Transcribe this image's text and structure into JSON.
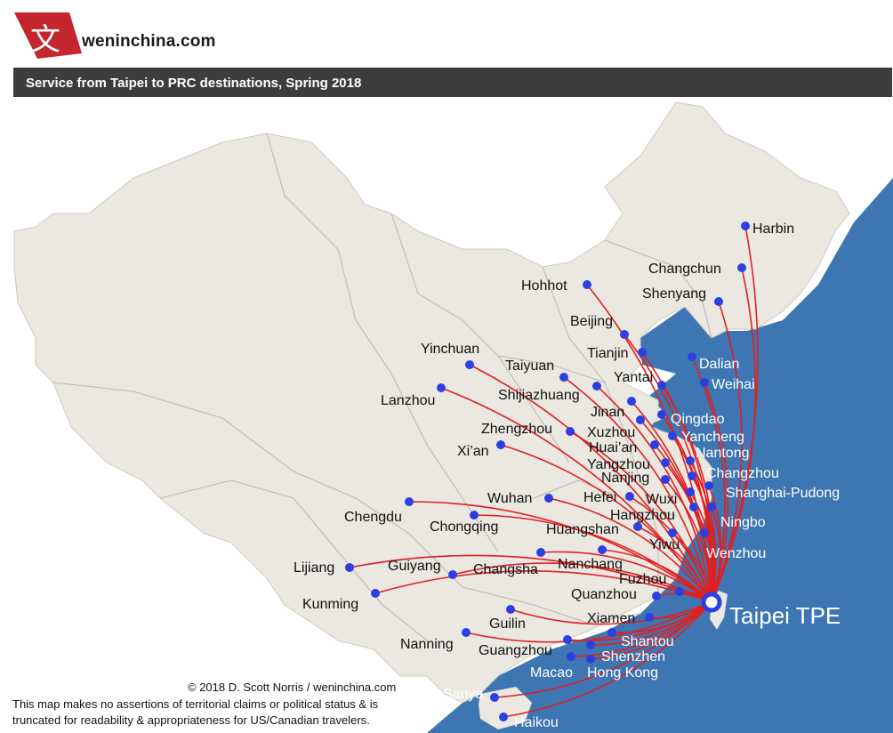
{
  "brand": {
    "site": "weninchina.com",
    "logo_glyph": "文"
  },
  "title": "Service from Taipei to PRC destinations, Spring 2018",
  "hub": {
    "name": "Taipei TPE"
  },
  "credits": {
    "line1": "© 2018 D. Scott Norris / weninchina.com",
    "line2": "This map makes no assertions of territorial claims or political status & is",
    "line3": "truncated for readability & appropriateness for US/Canadian travelers."
  },
  "colors": {
    "land": "#ebe8e2",
    "sea": "#3d76b3",
    "route": "#e02020",
    "dot": "#2c3fe0",
    "title_bar": "#3d3d3d",
    "logo_red": "#c4262e"
  },
  "destinations": [
    {
      "name": "Harbin",
      "on_sea": false
    },
    {
      "name": "Changchun",
      "on_sea": false
    },
    {
      "name": "Shenyang",
      "on_sea": false
    },
    {
      "name": "Hohhot",
      "on_sea": false
    },
    {
      "name": "Beijing",
      "on_sea": false
    },
    {
      "name": "Tianjin",
      "on_sea": false
    },
    {
      "name": "Dalian",
      "on_sea": true
    },
    {
      "name": "Yinchuan",
      "on_sea": false
    },
    {
      "name": "Taiyuan",
      "on_sea": false
    },
    {
      "name": "Yantai",
      "on_sea": false
    },
    {
      "name": "Weihai",
      "on_sea": true
    },
    {
      "name": "Shijiazhuang",
      "on_sea": false
    },
    {
      "name": "Lanzhou",
      "on_sea": false
    },
    {
      "name": "Jinan",
      "on_sea": false
    },
    {
      "name": "Qingdao",
      "on_sea": true
    },
    {
      "name": "Zhengzhou",
      "on_sea": false
    },
    {
      "name": "Xuzhou",
      "on_sea": false
    },
    {
      "name": "Yancheng",
      "on_sea": true
    },
    {
      "name": "Xi’an",
      "on_sea": false
    },
    {
      "name": "Huai’an",
      "on_sea": false
    },
    {
      "name": "Nantong",
      "on_sea": true
    },
    {
      "name": "Yangzhou",
      "on_sea": false
    },
    {
      "name": "Changzhou",
      "on_sea": true
    },
    {
      "name": "Nanjing",
      "on_sea": false
    },
    {
      "name": "Shanghai-Pudong",
      "on_sea": true
    },
    {
      "name": "Wuhan",
      "on_sea": false
    },
    {
      "name": "Hefei",
      "on_sea": false
    },
    {
      "name": "Wuxi",
      "on_sea": false
    },
    {
      "name": "Chengdu",
      "on_sea": false
    },
    {
      "name": "Hangzhou",
      "on_sea": false
    },
    {
      "name": "Ningbo",
      "on_sea": true
    },
    {
      "name": "Chongqing",
      "on_sea": false
    },
    {
      "name": "Huangshan",
      "on_sea": false
    },
    {
      "name": "Yiwu",
      "on_sea": false
    },
    {
      "name": "Wenzhou",
      "on_sea": true
    },
    {
      "name": "Lijiang",
      "on_sea": false
    },
    {
      "name": "Guiyang",
      "on_sea": false
    },
    {
      "name": "Changsha",
      "on_sea": false
    },
    {
      "name": "Nanchang",
      "on_sea": false
    },
    {
      "name": "Fuzhou",
      "on_sea": false
    },
    {
      "name": "Kunming",
      "on_sea": false
    },
    {
      "name": "Quanzhou",
      "on_sea": false
    },
    {
      "name": "Guilin",
      "on_sea": false
    },
    {
      "name": "Xiamen",
      "on_sea": false
    },
    {
      "name": "Nanning",
      "on_sea": false
    },
    {
      "name": "Guangzhou",
      "on_sea": false
    },
    {
      "name": "Shantou",
      "on_sea": true
    },
    {
      "name": "Shenzhen",
      "on_sea": true
    },
    {
      "name": "Macao",
      "on_sea": true
    },
    {
      "name": "Hong Kong",
      "on_sea": true
    },
    {
      "name": "Sanya",
      "on_sea": true
    },
    {
      "name": "Haikou",
      "on_sea": true
    }
  ]
}
